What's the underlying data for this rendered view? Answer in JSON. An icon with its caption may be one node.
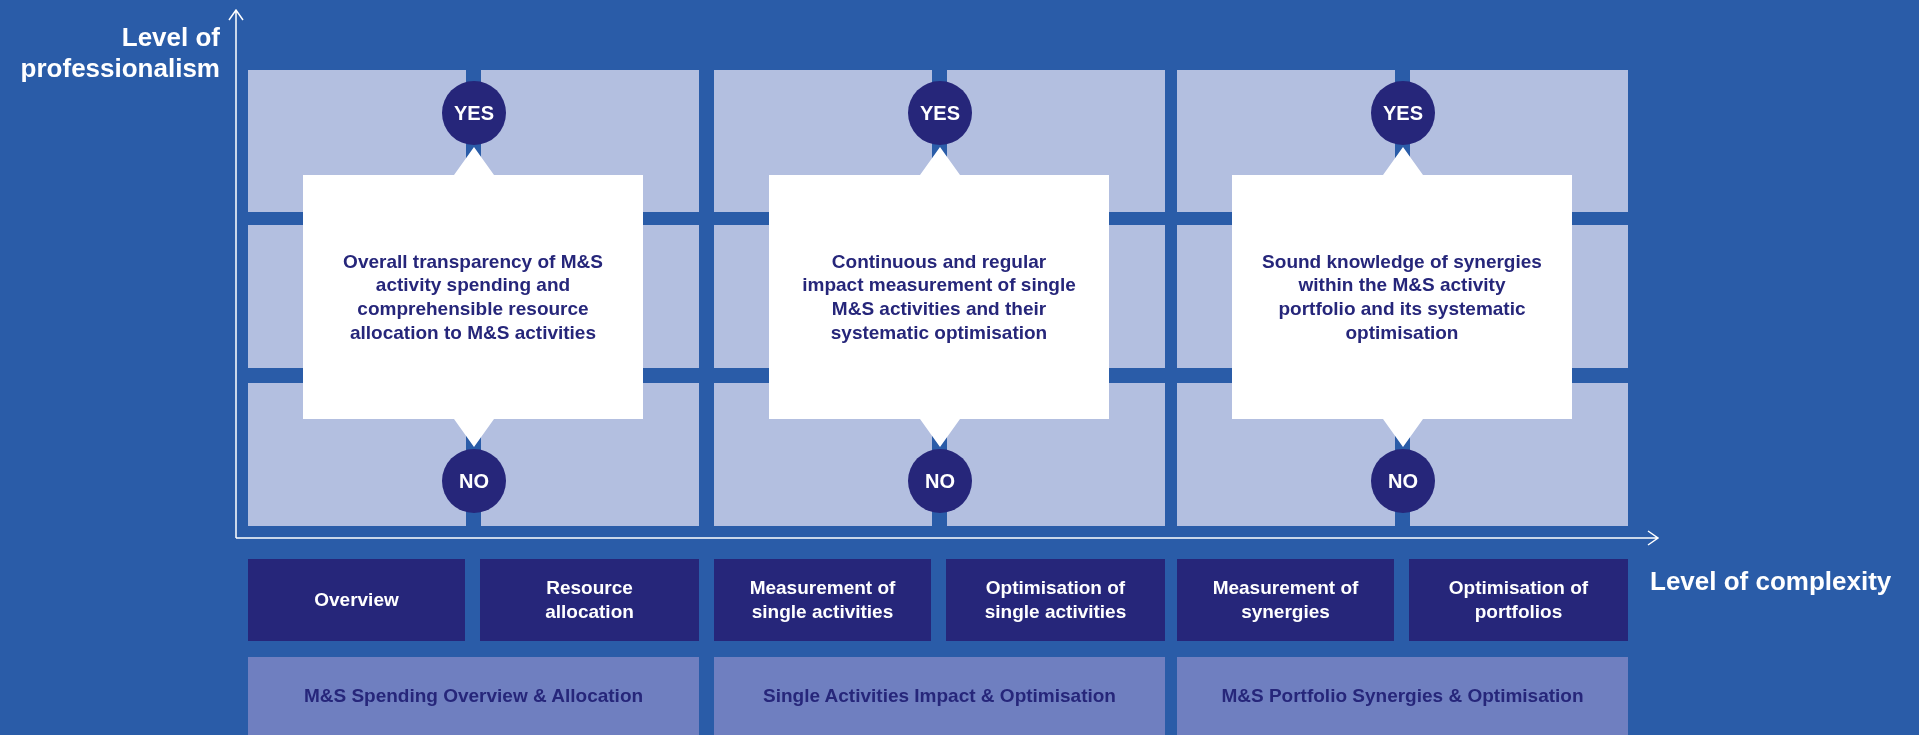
{
  "diagram": {
    "nodes": [
      {
        "text": [
          "YES"
        ]
      },
      {
        "text": [
          "YES"
        ]
      },
      {
        "text": [
          "YES"
        ]
      },
      {
        "text": [
          "Overall transparency of M&S activity spending and comprehensible resource allocation to M&S activities"
        ]
      },
      {
        "text": [
          "Continuous and regular impact measurement of single M&S activities and their systematic optimisation"
        ]
      },
      {
        "text": [
          "Sound knowledge of synergies within the M&S activity portfolio and its systematic optimisation"
        ]
      },
      {
        "text": [
          "NO"
        ]
      },
      {
        "text": [
          "NO"
        ]
      },
      {
        "text": [
          "NO"
        ]
      },
      {
        "text": [
          "Overview"
        ]
      },
      {
        "text": [
          "Resource allocation"
        ]
      },
      {
        "text": [
          "Measurement of single activities"
        ]
      },
      {
        "text": [
          "Optimisation of single activities"
        ]
      },
      {
        "text": [
          "Measurement of synergies"
        ]
      },
      {
        "text": [
          "Optimisation of portfolios"
        ]
      },
      {
        "text": [
          "M&S Spending Overview & Allocation"
        ]
      },
      {
        "text": [
          "Single Activities Impact & Optimisation"
        ]
      },
      {
        "text": [
          "M&S Portfolio Synergies & Optimisation"
        ]
      }
    ],
    "labels": [
      "Level of professionalism",
      "Level of complexity"
    ]
  }
}
